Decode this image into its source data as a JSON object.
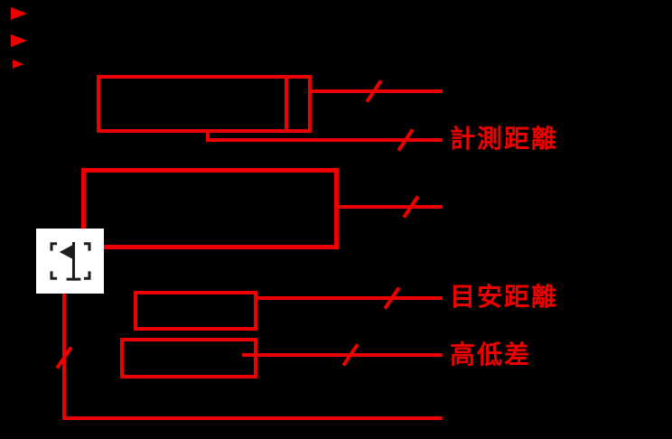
{
  "diagram": {
    "background_color": "#000000",
    "annotation_color": "#ed0000",
    "labels": {
      "measured_distance": "計測距離",
      "guide_distance": "目安距離",
      "height_difference": "高低差"
    },
    "icon_panel": {
      "background_color": "#ffffff",
      "icon_color": "#1e1e1e",
      "icon": "pin-flag-viewfinder-icon"
    },
    "annotation_boxes": 4,
    "leader_lines": 6,
    "leader_break_marks": 6,
    "top_left_indicator_count": 3
  }
}
